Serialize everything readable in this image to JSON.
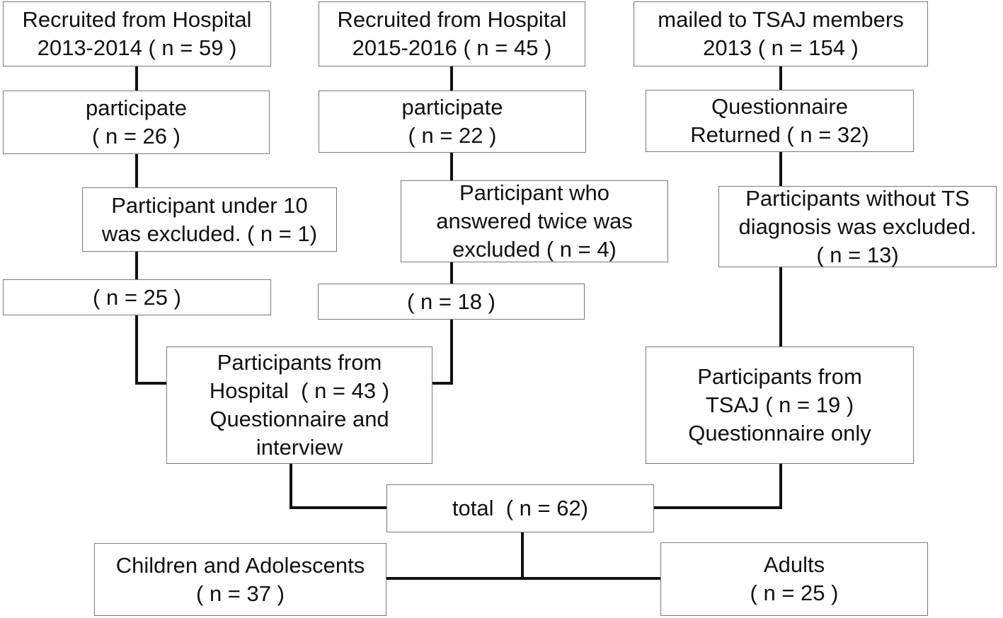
{
  "hospital_2013": {
    "line1": "Recruited from Hospital",
    "line2": "2013-2014 ( n = 59 )"
  },
  "hospital_2015": {
    "line1": "Recruited from Hospital",
    "line2": "2015-2016 ( n = 45 )"
  },
  "tsaj_mailed": {
    "line1": "mailed to TSAJ members",
    "line2": "2013 ( n = 154 )"
  },
  "participate_1": {
    "line1": "participate",
    "line2": "( n = 26 )"
  },
  "participate_2": {
    "line1": "participate",
    "line2": "( n = 22 )"
  },
  "questionnaire_returned": {
    "line1": "Questionnaire",
    "line2": "Returned ( n = 32)"
  },
  "excluded_under10": {
    "line1": "Participant under 10",
    "line2": "was excluded. ( n = 1)"
  },
  "excluded_twice": {
    "line1": "Participant who",
    "line2": "answered twice was",
    "line3": "excluded ( n = 4)"
  },
  "excluded_no_ts": {
    "line1": "Participants without TS",
    "line2": "diagnosis was excluded.",
    "line3": "( n = 13)"
  },
  "count_25": {
    "line1": "( n = 25 )"
  },
  "count_18": {
    "line1": "( n = 18 )"
  },
  "participants_hospital": {
    "line1": "Participants from",
    "line2": "Hospital  ( n = 43 )",
    "line3": "Questionnaire and",
    "line4": "interview"
  },
  "participants_tsaj": {
    "line1": "Participants from",
    "line2": "TSAJ ( n = 19 )",
    "line3": "Questionnaire only"
  },
  "total": {
    "line1": "total  ( n = 62)"
  },
  "children": {
    "line1": "Children and Adolescents",
    "line2": "( n = 37 )"
  },
  "adults": {
    "line1": "Adults",
    "line2": "( n = 25 )"
  },
  "colors": {
    "line": "#111111",
    "border": "#7a7a7a",
    "text": "#111111"
  }
}
